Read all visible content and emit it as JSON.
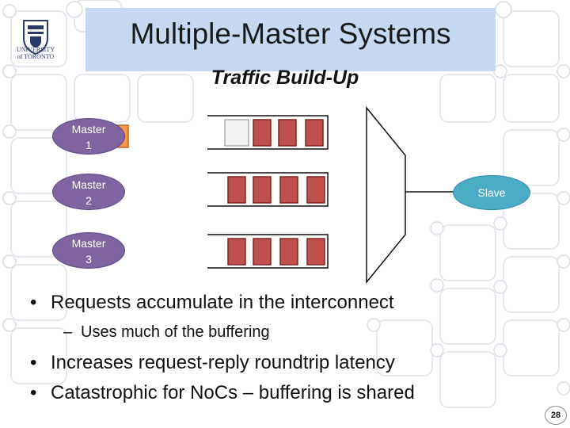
{
  "slide": {
    "title": "Multiple-Master Systems",
    "subtitle": "Traffic Build-Up",
    "page_number": "28",
    "logo": {
      "name": "university-of-toronto-logo",
      "lines": [
        "UNIVERSITY",
        "of TORONTO"
      ]
    }
  },
  "diagram": {
    "masters": [
      {
        "line1": "Master",
        "line2": "1"
      },
      {
        "line1": "Master",
        "line2": "2"
      },
      {
        "line1": "Master",
        "line2": "3"
      }
    ],
    "slave_label": "Slave",
    "queues": [
      {
        "occupied": 3,
        "capacity": 4,
        "master_holding": 1
      },
      {
        "occupied": 4,
        "capacity": 4,
        "master_holding": 0
      },
      {
        "occupied": 4,
        "capacity": 4,
        "master_holding": 0
      }
    ],
    "colors": {
      "master": "#8064a2",
      "slave": "#4bacc6",
      "queued_request": "#c0504d",
      "pending_request": "#f79646",
      "mux": "#ffffff"
    }
  },
  "bullets": [
    {
      "level": 1,
      "text": "Requests accumulate in the interconnect"
    },
    {
      "level": 2,
      "text": "Uses much of the buffering"
    },
    {
      "level": 1,
      "text": "Increases request-reply roundtrip latency"
    },
    {
      "level": 1,
      "text": "Catastrophic for NoCs – buffering is shared"
    }
  ]
}
